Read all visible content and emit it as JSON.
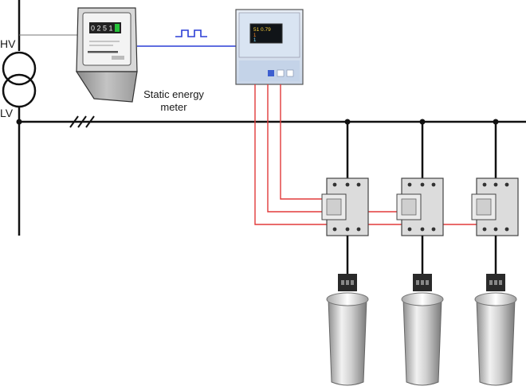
{
  "labels": {
    "hv": "HV",
    "lv": "LV",
    "meter_line1": "Static energy",
    "meter_line2": "meter"
  },
  "meter": {
    "counter": "0 2 5 1 1"
  },
  "controller": {
    "display_line1": "51  0.79",
    "display_line2": "1",
    "display_line3": "1"
  },
  "colors": {
    "bus": "#111111",
    "pulse_signal": "#2b3fd6",
    "control_wire": "#e23a3a",
    "thin_line": "#777777"
  }
}
